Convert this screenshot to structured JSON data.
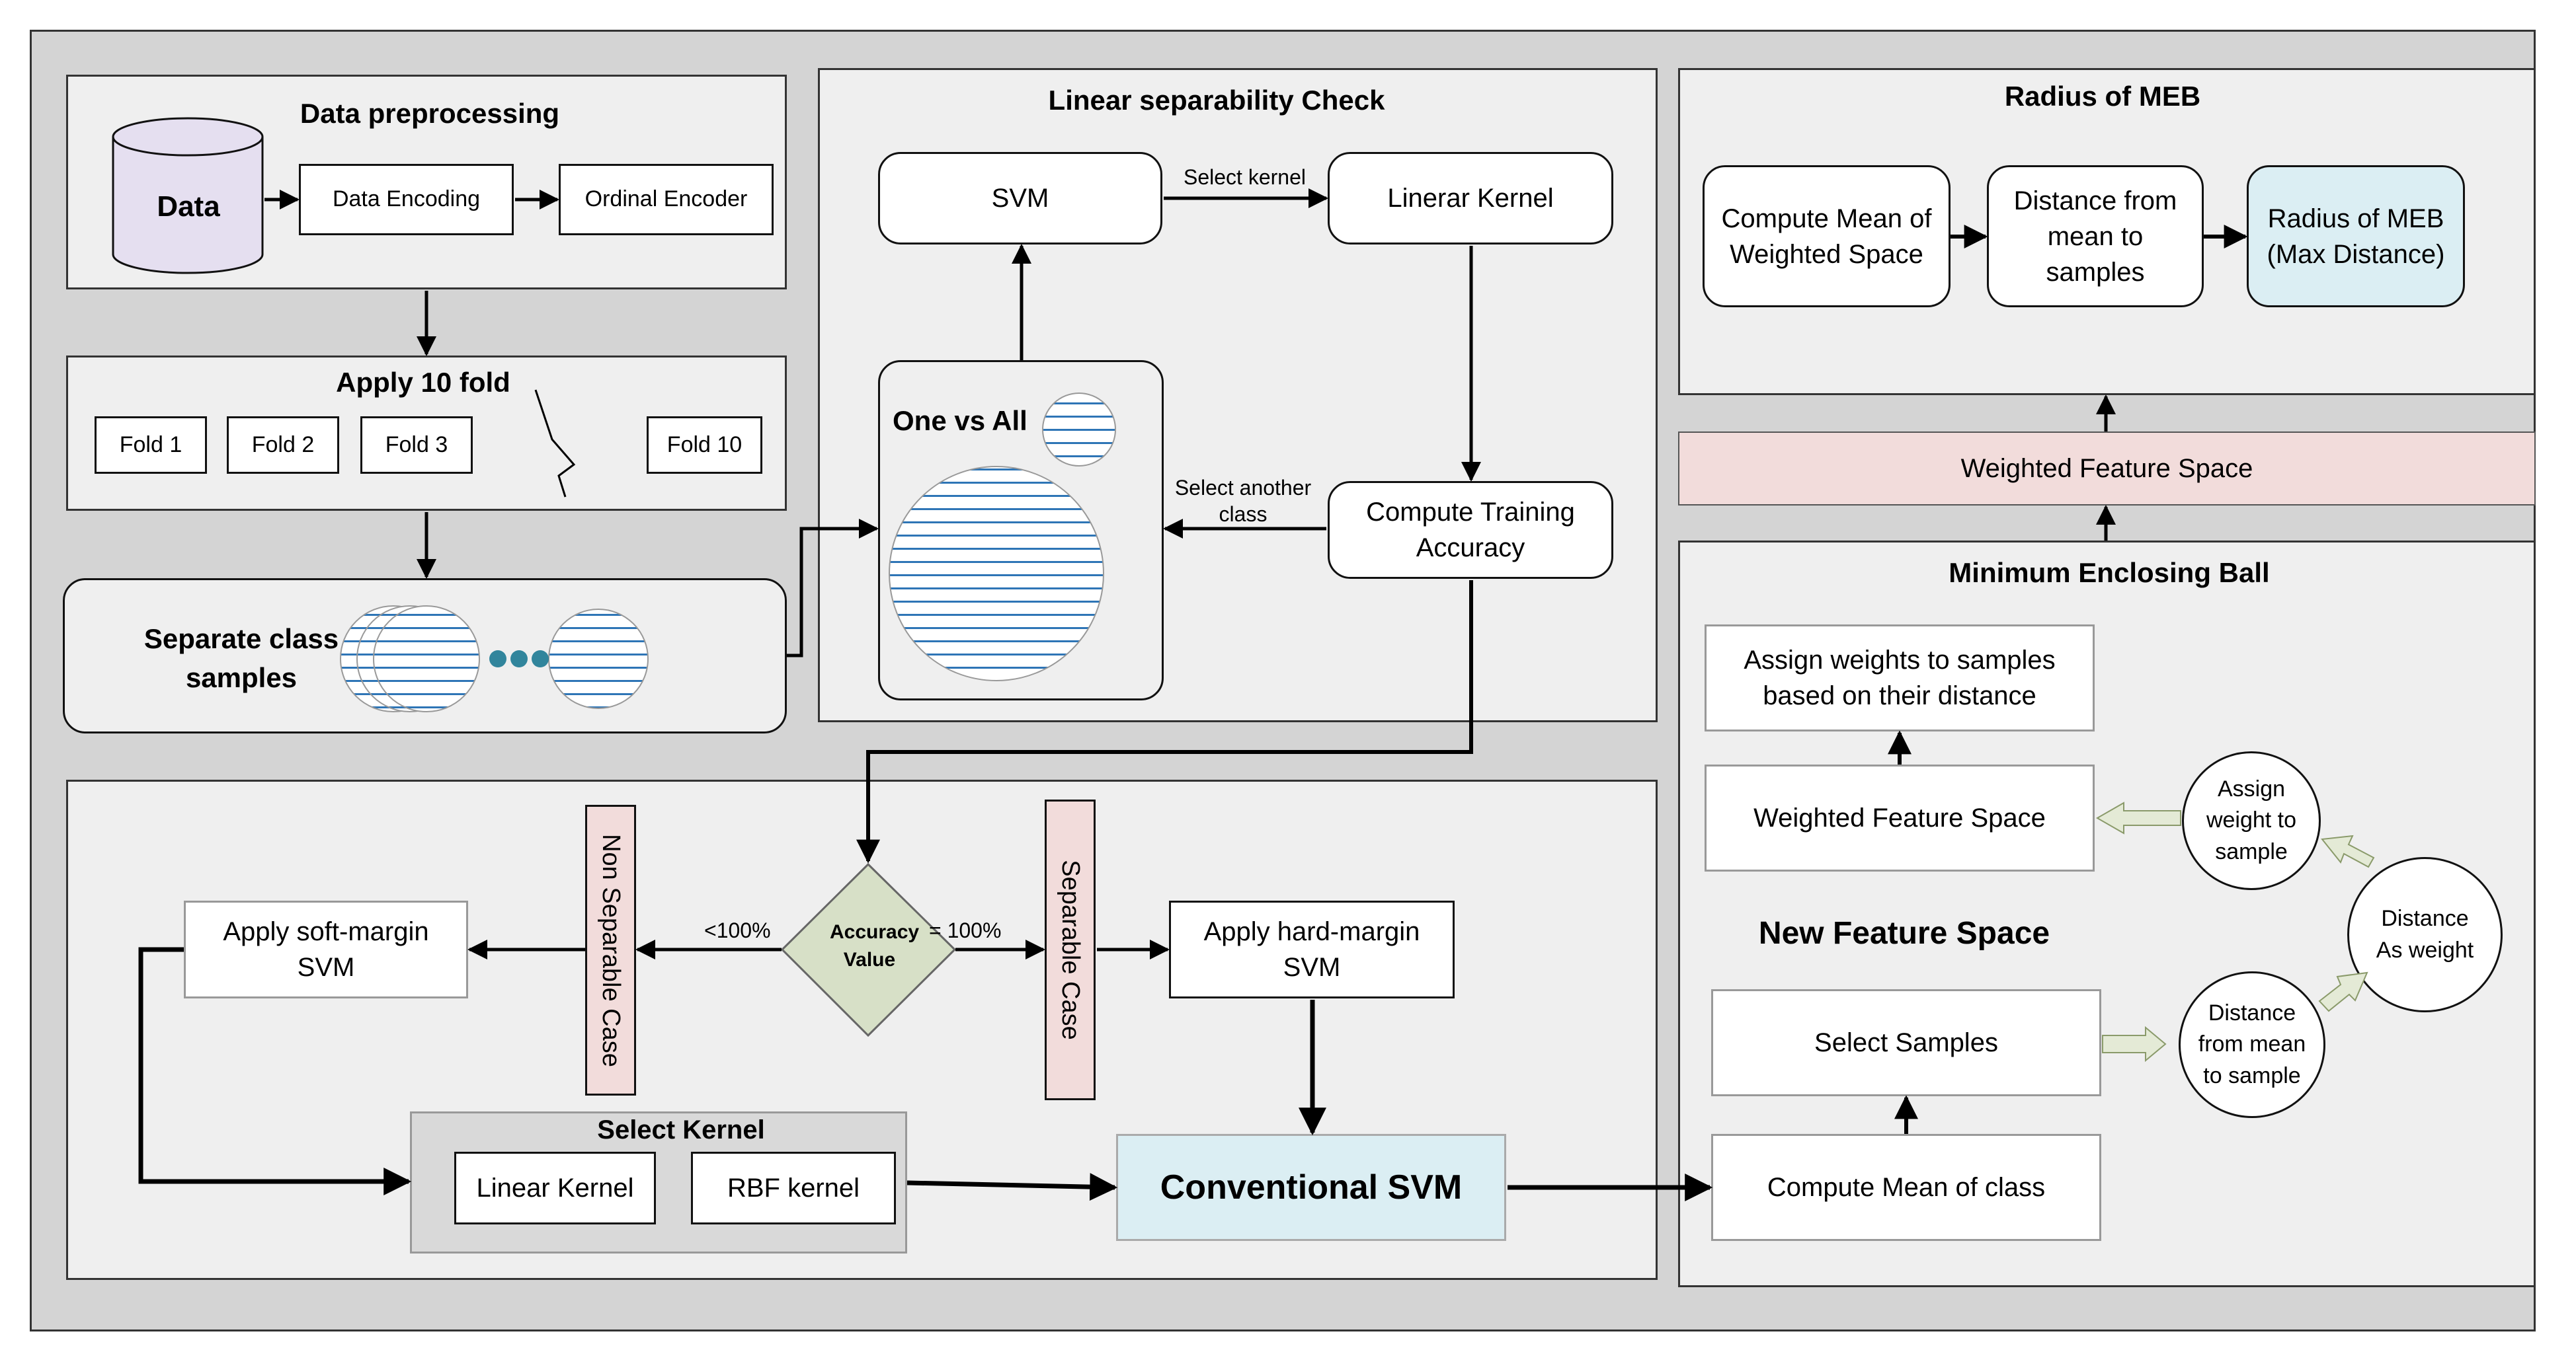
{
  "preprocessing": {
    "title": "Data preprocessing",
    "data_label": "Data",
    "encoding": "Data Encoding",
    "ordinal": "Ordinal Encoder"
  },
  "folds": {
    "title": "Apply 10 fold",
    "items": [
      "Fold 1",
      "Fold 2",
      "Fold 3",
      "Fold 10"
    ]
  },
  "separate": {
    "label": "Separate class samples"
  },
  "linear": {
    "title": "Linear separability Check",
    "svm": "SVM",
    "kernel": "Linerar Kernel",
    "select_kernel": "Select kernel",
    "compute_accuracy": "Compute Training Accuracy",
    "select_another": "Select another class",
    "one_vs_all": "One vs All"
  },
  "meb_radius": {
    "title": "Radius of MEB",
    "mean": "Compute Mean of Weighted Space",
    "distance": "Distance from mean to samples",
    "radius": "Radius of MEB (Max Distance)"
  },
  "weighted_bar": "Weighted Feature Space",
  "meb": {
    "title": "Minimum Enclosing Ball",
    "assign_weights": "Assign weights to samples based on their distance",
    "weighted_space": "Weighted Feature Space",
    "new_space": "New Feature Space",
    "select_samples": "Select Samples",
    "compute_mean": "Compute Mean of class",
    "circle_assign": "Assign weight to sample",
    "circle_distance_weight": "Distance As weight",
    "circle_distance_mean": "Distance from mean to sample"
  },
  "bottom": {
    "decision": "Accuracy Value",
    "lt": "<100%",
    "eq": "= 100%",
    "non_separable": "Non Separable Case",
    "separable": "Separable Case",
    "soft": "Apply soft-margin SVM",
    "hard": "Apply hard-margin SVM",
    "select_kernel_title": "Select Kernel",
    "linear_kernel": "Linear Kernel",
    "rbf_kernel": "RBF kernel",
    "conventional": "Conventional SVM"
  },
  "colors": {
    "outer": "#d4d4d4",
    "panel": "#efefef",
    "pink": "#f2dcdb",
    "light_blue": "#dbeef3",
    "diamond": "#d7e0c7",
    "stripes": "#2e75b6",
    "cylinder": "#e5dff0",
    "dots": "#31859c"
  }
}
